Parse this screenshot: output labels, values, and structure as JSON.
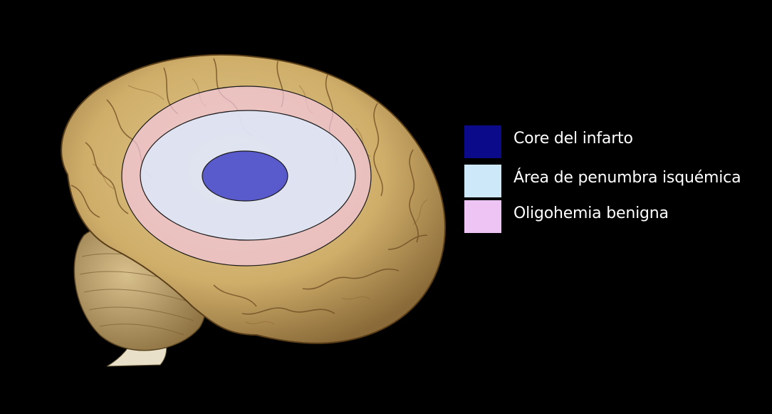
{
  "legend": {
    "items": [
      {
        "label": "Core del infarto",
        "color": "#0a0a8a"
      },
      {
        "label": "Área de penumbra isquémica",
        "color": "#cde8f8"
      },
      {
        "label": "Oligohemia benigna",
        "color": "#eec4f4"
      }
    ]
  },
  "zones": {
    "core_fill": "#4a4ac8",
    "penumbra_fill": "#dde8f8",
    "oligohemia_fill": "#f2c6dc",
    "outline": "#1a1a1a"
  },
  "background": "#000000"
}
